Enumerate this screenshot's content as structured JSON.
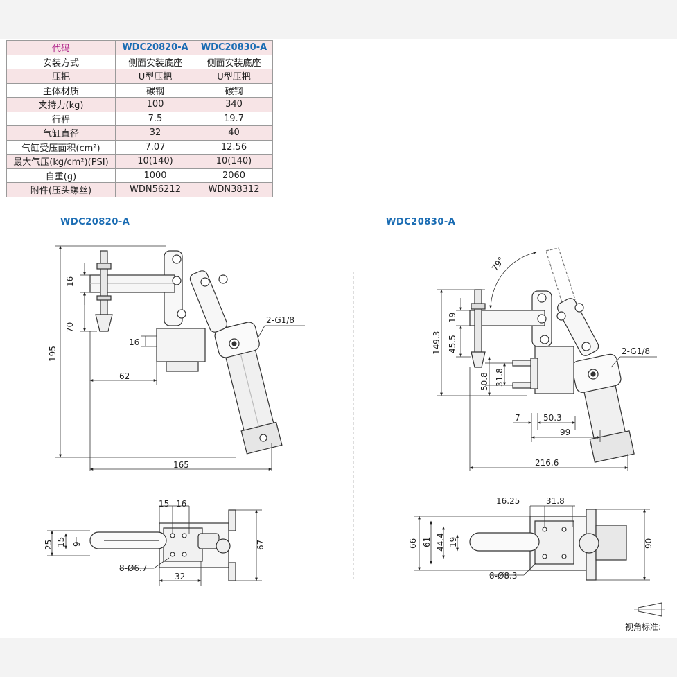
{
  "spec_table": {
    "rows": [
      [
        "代码",
        "WDC20820-A",
        "WDC20830-A"
      ],
      [
        "安装方式",
        "侧面安装底座",
        "侧面安装底座"
      ],
      [
        "压把",
        "U型压把",
        "U型压把"
      ],
      [
        "主体材质",
        "碳钢",
        "碳钢"
      ],
      [
        "夹持力(kg)",
        "100",
        "340"
      ],
      [
        "行程",
        "7.5",
        "19.7"
      ],
      [
        "气缸直径",
        "32",
        "40"
      ],
      [
        "气缸受压面积(cm²)",
        "7.07",
        "12.56"
      ],
      [
        "最大气压(kg/cm²)(PSI)",
        "10(140)",
        "10(140)"
      ],
      [
        "自重(g)",
        "1000",
        "2060"
      ],
      [
        "附件(压头螺丝)",
        "WDN56212",
        "WDN38312"
      ]
    ]
  },
  "left": {
    "title": "WDC20820-A",
    "dims": {
      "d16a": "16",
      "d70": "70",
      "d195": "195",
      "d16b": "16",
      "d62": "62",
      "d165": "165",
      "port": "2-G1/8",
      "d15": "15",
      "d16c": "16",
      "d25": "25",
      "d15b": "15",
      "d9": "9",
      "d67": "67",
      "holes": "8-Ø6.7",
      "d32": "32"
    }
  },
  "right": {
    "title": "WDC20830-A",
    "dims": {
      "angle": "79°",
      "d19": "19",
      "d1493": "149.3",
      "d455": "45.5",
      "d508": "50.8",
      "d318": "31.8",
      "port": "2-G1/8",
      "d7": "7",
      "d503": "50.3",
      "d99": "99",
      "d2166": "216.6",
      "d1625": "16.25",
      "d318b": "31.8",
      "d66": "66",
      "d61": "61",
      "d444": "44.4",
      "d19b": "19",
      "d90": "90",
      "holes": "8-Ø8.3"
    }
  },
  "projection_label": "视角标准:"
}
